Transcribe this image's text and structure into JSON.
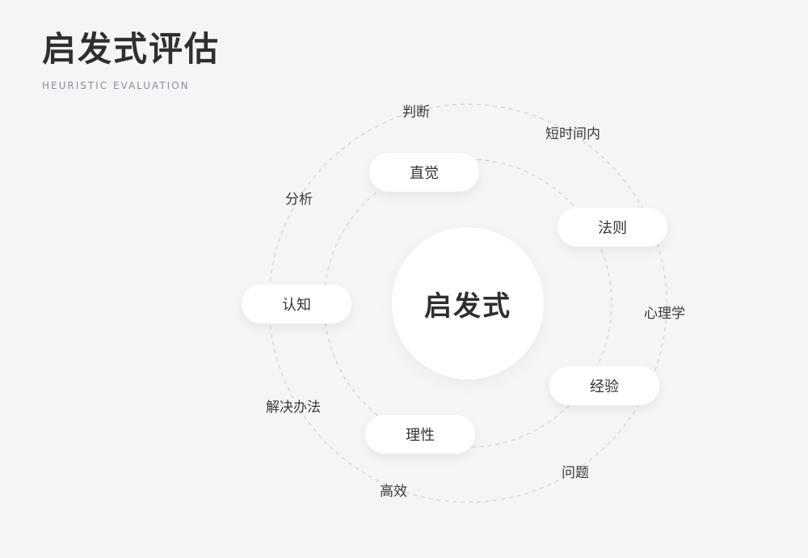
{
  "header": {
    "title": "启发式评估",
    "subtitle": "HEURISTIC EVALUATION"
  },
  "center": {
    "label": "启发式"
  },
  "inner_ring": {
    "items": [
      {
        "label": "直觉"
      },
      {
        "label": "法则"
      },
      {
        "label": "经验"
      },
      {
        "label": "理性"
      },
      {
        "label": "认知"
      }
    ]
  },
  "outer_ring": {
    "items": [
      {
        "label": "判断"
      },
      {
        "label": "短时间内"
      },
      {
        "label": "心理学"
      },
      {
        "label": "问题"
      },
      {
        "label": "高效"
      },
      {
        "label": "解决办法"
      },
      {
        "label": "分析"
      }
    ]
  },
  "colors": {
    "background": "#f4f5f7",
    "card": "#ffffff",
    "ring_stroke": "#cfd2d8",
    "title": "#2f2f2f",
    "subtitle": "#8a8f99"
  }
}
